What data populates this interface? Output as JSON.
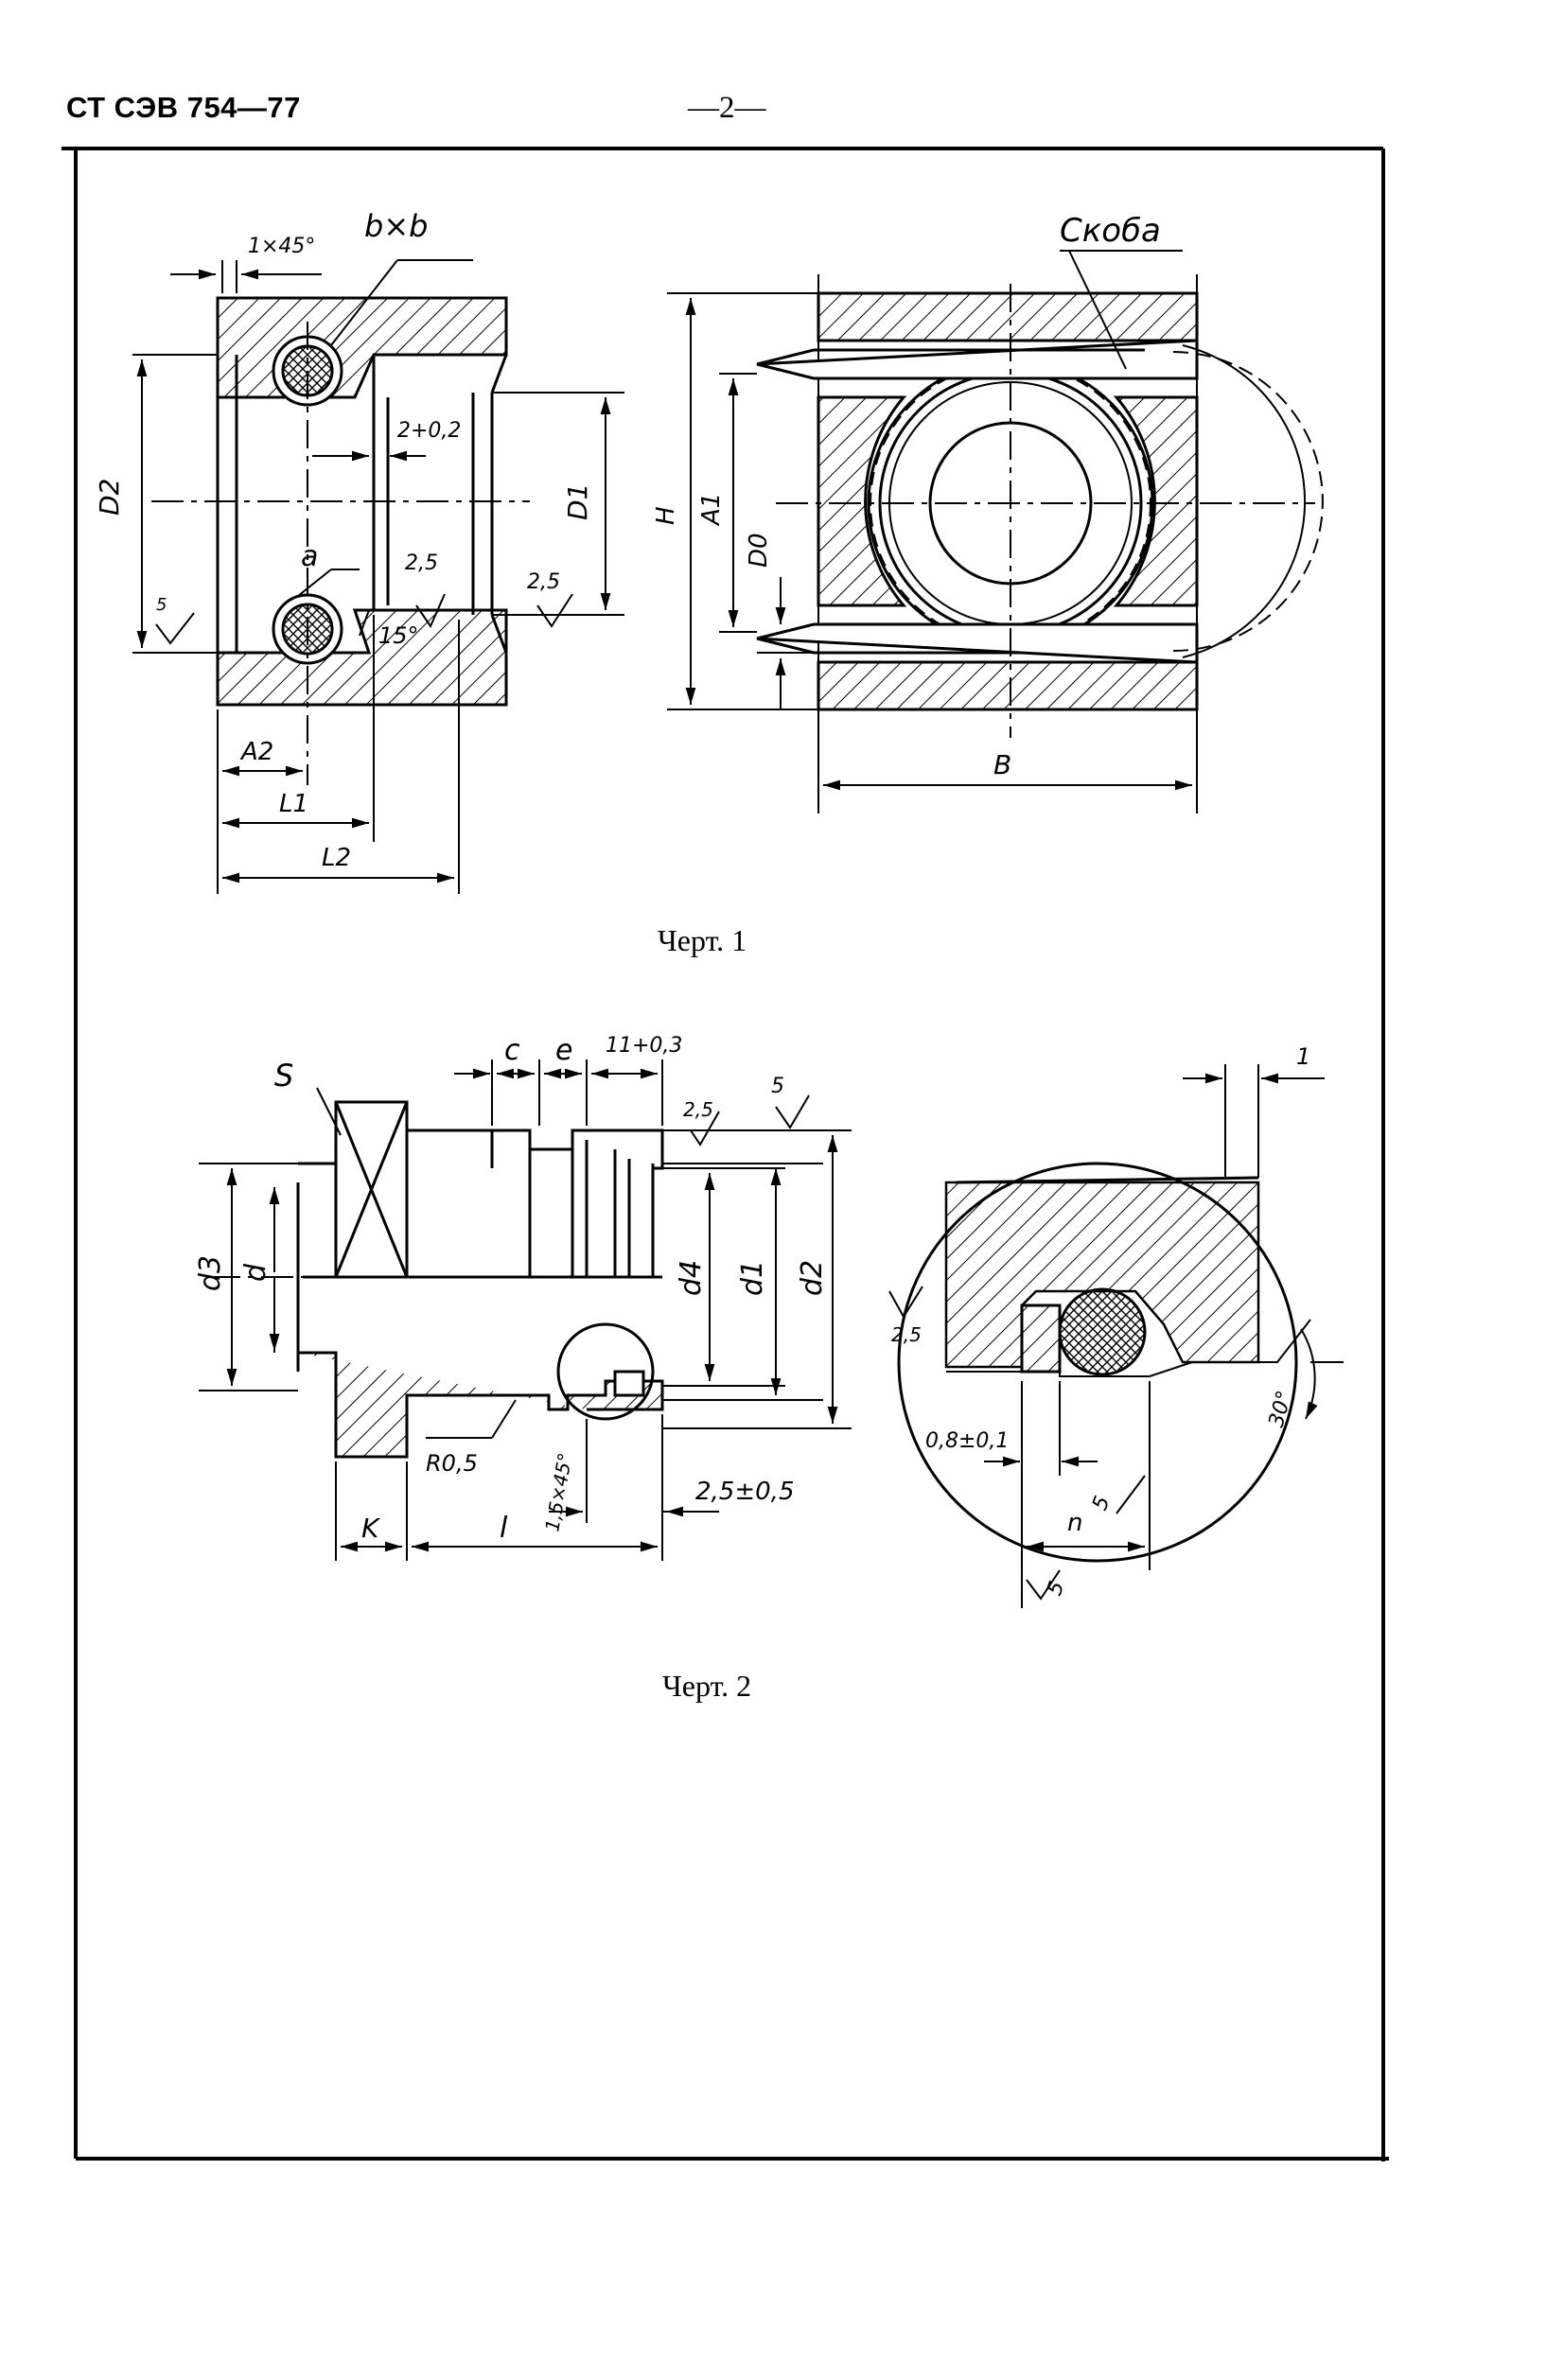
{
  "header": {
    "standard": "СТ СЭВ 754—77",
    "page": "—2—"
  },
  "figure1": {
    "caption": "Черт. 1",
    "labels": {
      "chamfer": "1×45°",
      "section": "b×b",
      "clamp": "Скоба",
      "groove": "2+0,2",
      "d2": "D2",
      "d1": "D1",
      "d0": "D0",
      "h": "H",
      "a1": "A1",
      "a2": "A2",
      "a": "a",
      "l1": "L1",
      "l2": "L2",
      "b": "B",
      "angle": "15°",
      "rough1": "2,5",
      "rough2": "2,5",
      "rough3": "5"
    }
  },
  "figure2": {
    "caption": "Черт. 2",
    "labels": {
      "s": "S",
      "c": "c",
      "e": "e",
      "tol": "11+0,3",
      "rough_a": "2,5",
      "rough_b": "5",
      "d3": "d3",
      "d": "d",
      "d4": "d4",
      "dd1": "d1",
      "dd2": "d2",
      "r": "R0,5",
      "chamf": "1,5×45°",
      "tol2": "2,5±0,5",
      "k": "K",
      "l": "l",
      "one": "1",
      "rough_c": "2,5",
      "angle": "30°",
      "tol3": "0,8±0,1",
      "n": "n",
      "rough_d": "5",
      "rough_e": "5"
    }
  }
}
